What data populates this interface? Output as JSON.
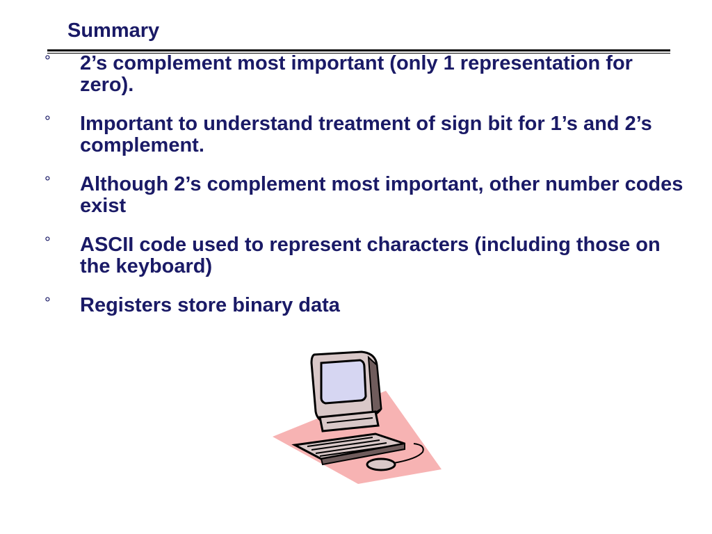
{
  "slide": {
    "title": "Summary",
    "bullet_marker": "°",
    "bullets": [
      "2’s complement most important (only 1 representation for zero).",
      "Important to understand treatment of sign bit for 1’s and 2’s complement.",
      "Although 2’s complement most important, other number codes exist",
      "ASCII code used to represent characters (including those on the keyboard)",
      "Registers store binary data"
    ]
  },
  "colors": {
    "text": "#1a1a66",
    "rule": "#000000",
    "clipart_shadow": "#f7b3b3",
    "monitor_screen": "#d6d6f2",
    "computer_body": "#d9c8c8"
  },
  "icons": {
    "clipart": "desktop-computer-icon"
  }
}
